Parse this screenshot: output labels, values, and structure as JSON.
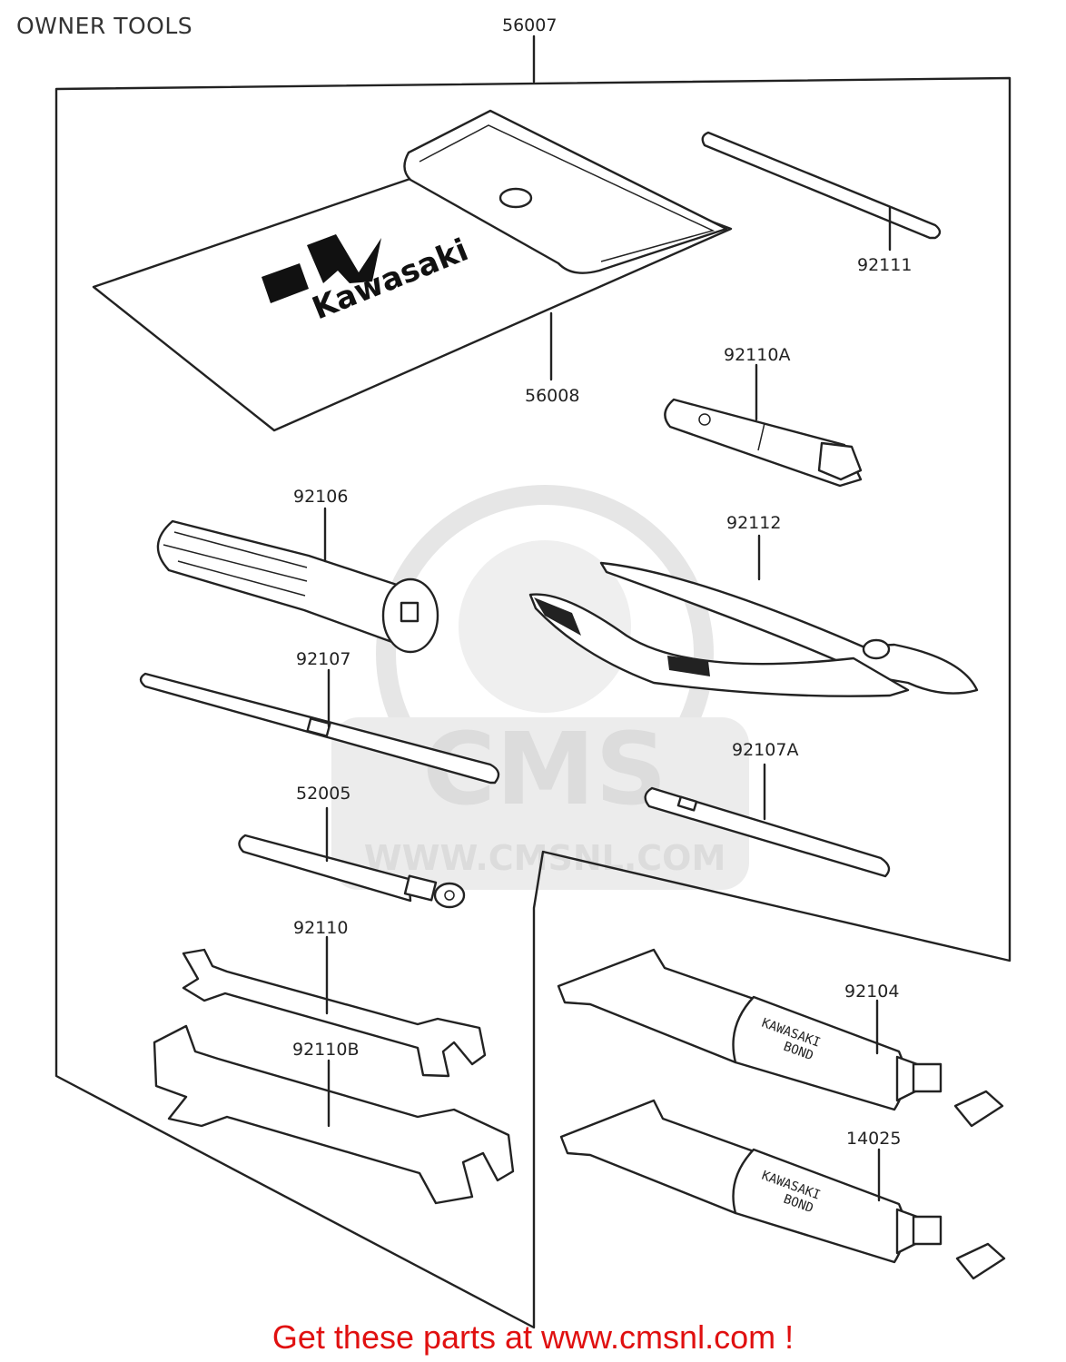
{
  "title": "OWNER TOOLS",
  "footer": "Get these parts at www.cmsnl.com !",
  "watermark": {
    "text": "CMS",
    "url": "WWW.CMSNL.COM"
  },
  "pouch_logo_text": "Kawasaki",
  "tube_label": {
    "line1": "KAWASAKI",
    "line2": "BOND"
  },
  "parts": {
    "kit": "56007",
    "pouch": "56008",
    "bar": "92111",
    "plug_wrench": "92110A",
    "handle": "92106",
    "pliers": "92112",
    "screwdriver": "92107",
    "screwdriver_small": "92107A",
    "spoke_wrench": "52005",
    "wrench_small": "92110",
    "wrench_large": "92110B",
    "bond_tube_1": "92104",
    "bond_tube_2": "14025"
  },
  "colors": {
    "footer": "#e01010",
    "watermark": "#e4e4e4",
    "lines": "#222222"
  }
}
